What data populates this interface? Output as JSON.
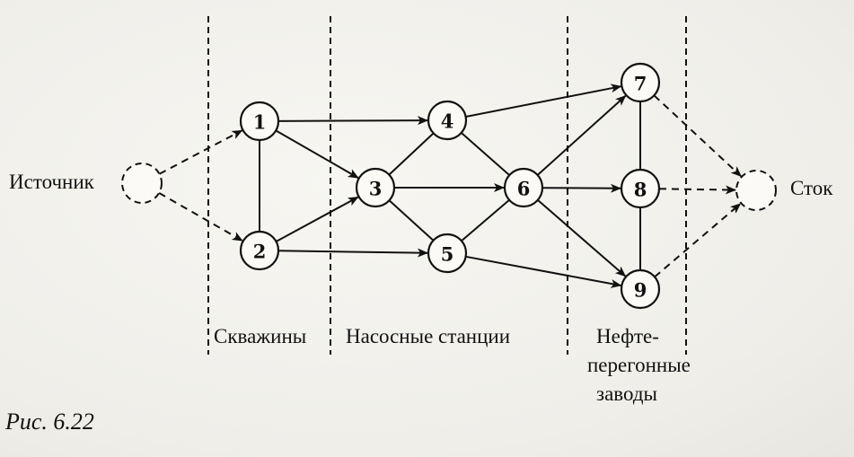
{
  "diagram": {
    "source_label": "Источник",
    "sink_label": "Сток",
    "nodes": [
      {
        "id": "1",
        "label": "1"
      },
      {
        "id": "2",
        "label": "2"
      },
      {
        "id": "3",
        "label": "3"
      },
      {
        "id": "4",
        "label": "4"
      },
      {
        "id": "5",
        "label": "5"
      },
      {
        "id": "6",
        "label": "6"
      },
      {
        "id": "7",
        "label": "7"
      },
      {
        "id": "8",
        "label": "8"
      },
      {
        "id": "9",
        "label": "9"
      }
    ],
    "edges": [
      {
        "from": "source",
        "to": "1",
        "style": "dashed",
        "arrow": true
      },
      {
        "from": "source",
        "to": "2",
        "style": "dashed",
        "arrow": true
      },
      {
        "from": "1",
        "to": "2",
        "style": "solid",
        "arrow": false
      },
      {
        "from": "1",
        "to": "4",
        "style": "solid",
        "arrow": true
      },
      {
        "from": "1",
        "to": "3",
        "style": "solid",
        "arrow": true
      },
      {
        "from": "2",
        "to": "3",
        "style": "solid",
        "arrow": true
      },
      {
        "from": "2",
        "to": "5",
        "style": "solid",
        "arrow": true
      },
      {
        "from": "3",
        "to": "4",
        "style": "solid",
        "arrow": false
      },
      {
        "from": "3",
        "to": "5",
        "style": "solid",
        "arrow": false
      },
      {
        "from": "3",
        "to": "6",
        "style": "solid",
        "arrow": true
      },
      {
        "from": "4",
        "to": "6",
        "style": "solid",
        "arrow": false
      },
      {
        "from": "5",
        "to": "6",
        "style": "solid",
        "arrow": false
      },
      {
        "from": "4",
        "to": "7",
        "style": "solid",
        "arrow": true
      },
      {
        "from": "6",
        "to": "7",
        "style": "solid",
        "arrow": true
      },
      {
        "from": "6",
        "to": "8",
        "style": "solid",
        "arrow": true
      },
      {
        "from": "6",
        "to": "9",
        "style": "solid",
        "arrow": true
      },
      {
        "from": "5",
        "to": "9",
        "style": "solid",
        "arrow": true
      },
      {
        "from": "7",
        "to": "8",
        "style": "solid",
        "arrow": false
      },
      {
        "from": "8",
        "to": "9",
        "style": "solid",
        "arrow": false
      },
      {
        "from": "7",
        "to": "sink",
        "style": "dashed",
        "arrow": true
      },
      {
        "from": "8",
        "to": "sink",
        "style": "dashed",
        "arrow": true
      },
      {
        "from": "9",
        "to": "sink",
        "style": "dashed",
        "arrow": true
      }
    ],
    "zones": {
      "wells": "Скважины",
      "pumping_stations": "Насосные станции",
      "refineries_line1": "Нефте-",
      "refineries_line2": "перегонные",
      "refineries_line3": "заводы"
    }
  },
  "caption": "Рис. 6.22"
}
